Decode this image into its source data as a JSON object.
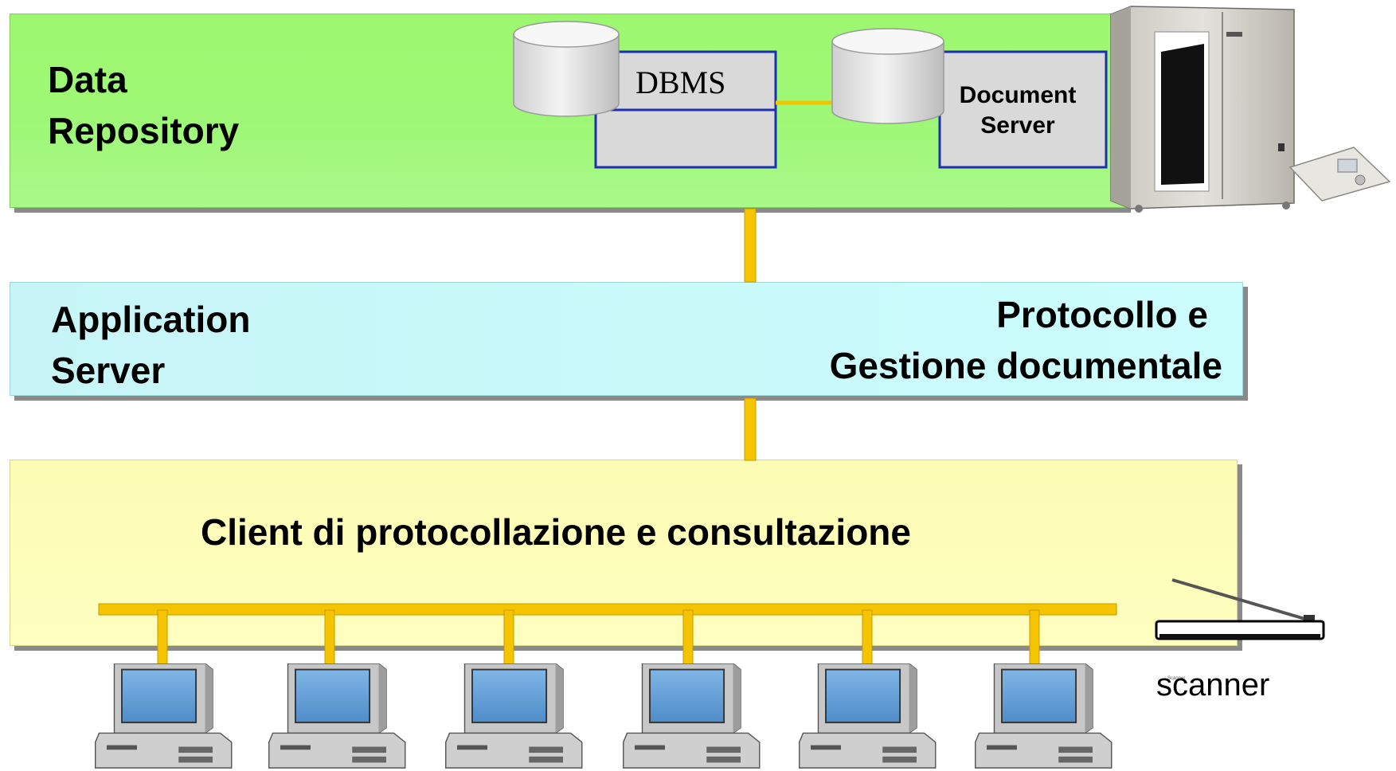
{
  "layers": {
    "data_repository": {
      "label_line1": "Data",
      "label_line2": "Repository",
      "dbms_label": "DBMS",
      "document_server_line1": "Document",
      "document_server_line2": "Server"
    },
    "application_server": {
      "label_line1": "Application",
      "label_line2": "Server",
      "service_line1": "Protocollo e",
      "service_line2": "Gestione documentale"
    },
    "client": {
      "label": "Client di protocollazione e consultazione",
      "workstations": 6,
      "scanner_label": "scanner",
      "scanner_small_text": "Scanner"
    }
  },
  "colors": {
    "repository_bg": "#9ef876",
    "application_bg": "#ccfdfd",
    "client_bg": "#ffffc0",
    "network_line": "#f5c400",
    "box_border": "#1d2fb0"
  },
  "icons": [
    "database-cylinder-icon",
    "storage-library-icon",
    "workstation-icon",
    "scanner-icon"
  ]
}
